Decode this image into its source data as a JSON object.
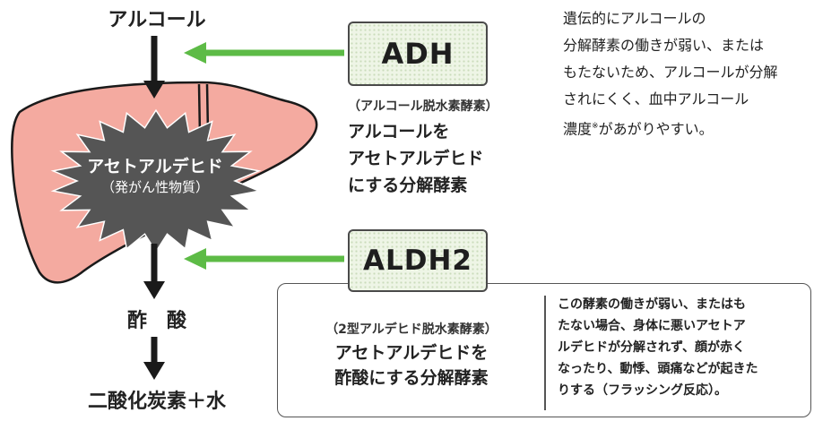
{
  "alcohol_label": "アルコール",
  "acetaldehyde": {
    "name": "アセトアルデヒド",
    "note": "（発がん性物質）"
  },
  "acetic_acid_label": "酢　酸",
  "final_product_label": "二酸化炭素＋水",
  "adh": {
    "abbr": "ADH",
    "full_name": "（アルコール脱水素酵素）",
    "role_lines": [
      "アルコールを",
      "アセトアルデヒド",
      "にする分解酵素"
    ],
    "description_lines": [
      "遺伝的にアルコールの",
      "分解酵素の働きが弱い、または",
      "もたないため、アルコールが分解",
      "されにくく、血中アルコール",
      "濃度"
    ],
    "footnote_mark": "※",
    "description_tail": "があがりやすい。"
  },
  "aldh2": {
    "abbr": "ALDH2",
    "full_name": "（2型アルデヒド脱水素酵素）",
    "role_lines": [
      "アセトアルデヒドを",
      "酢酸にする分解酵素"
    ],
    "description_lines": [
      "この酵素の働きが弱い、またはも",
      "たない場合、身体に悪いアセトア",
      "ルデヒドが分解されず、顔が赤く",
      "なったり、動悸、頭痛などが起きた",
      "りする（フラッシング反応）。"
    ]
  },
  "colors": {
    "liver_fill": "#f4aaa0",
    "liver_stroke": "#1a1a1a",
    "burst_fill": "#555555",
    "arrow_green": "#5dbb46",
    "flow_arrow": "#1a1a1a"
  }
}
